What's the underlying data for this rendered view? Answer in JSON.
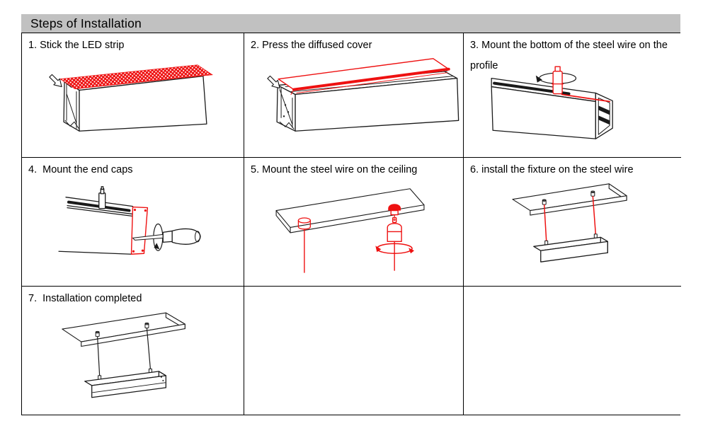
{
  "header": {
    "title": "Steps of Installation"
  },
  "colors": {
    "header_bg": "#c1c1c1",
    "accent_red": "#ee1111",
    "line_black": "#1a1a1a",
    "border": "#000000"
  },
  "steps": [
    {
      "label": "1. Stick the LED strip",
      "illustration": "led-strip-illustration"
    },
    {
      "label": "2. Press the diffused cover",
      "illustration": "diffused-cover-illustration"
    },
    {
      "label": "3. Mount the bottom of the steel wire on the profile",
      "illustration": "steel-wire-bottom-illustration"
    },
    {
      "label": "4.  Mount the end caps",
      "illustration": "end-cap-illustration"
    },
    {
      "label": "5. Mount the steel wire on the ceiling",
      "illustration": "ceiling-wire-illustration"
    },
    {
      "label": "6. install the fixture on the steel wire",
      "illustration": "hang-fixture-illustration"
    },
    {
      "label": "7.  Installation completed",
      "illustration": "completed-installation-illustration"
    }
  ]
}
